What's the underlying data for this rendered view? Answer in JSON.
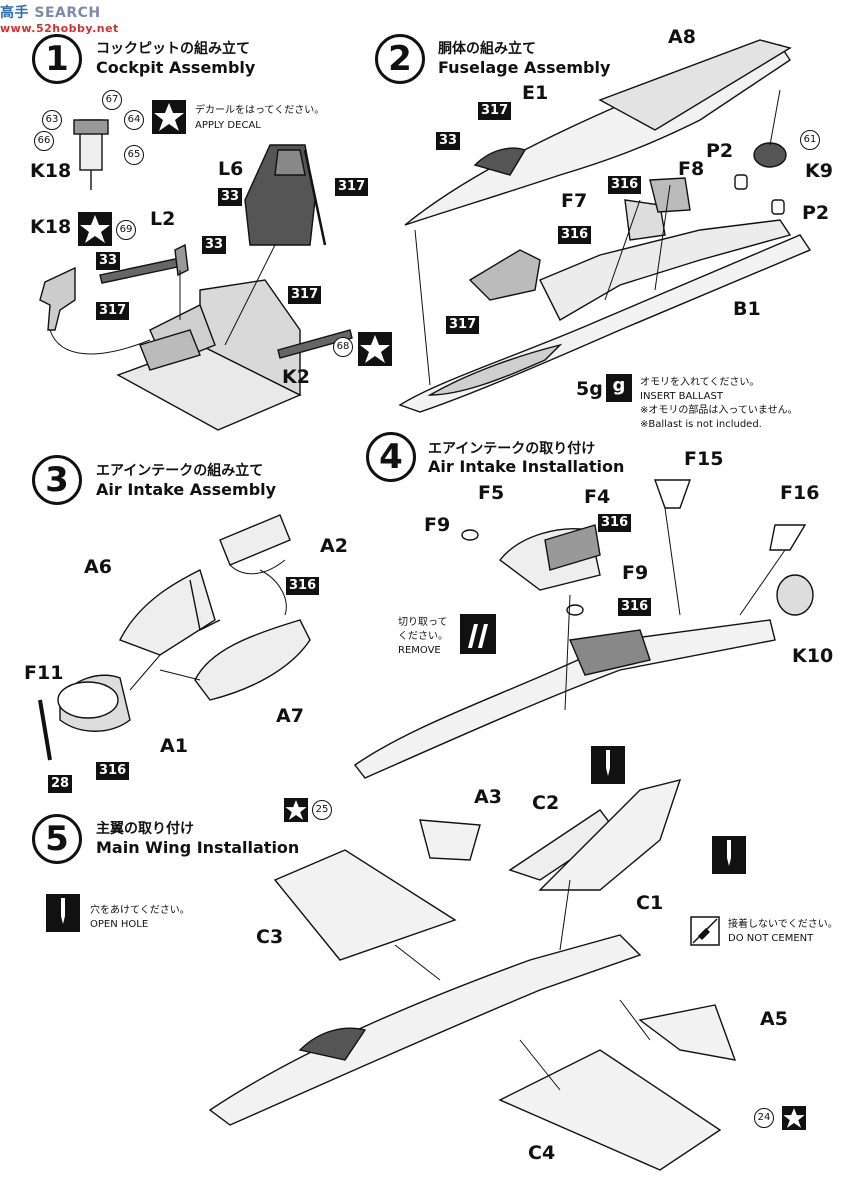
{
  "watermark": {
    "text": "SEARCH",
    "logo_text": "高手",
    "site": "www.52hobby.net"
  },
  "steps": [
    {
      "number": "1",
      "title_jp": "コックピットの組み立て",
      "title_en": "Cockpit Assembly"
    },
    {
      "number": "2",
      "title_jp": "胴体の組み立て",
      "title_en": "Fuselage Assembly"
    },
    {
      "number": "3",
      "title_jp": "エアインテークの組み立て",
      "title_en": "Air Intake Assembly"
    },
    {
      "number": "4",
      "title_jp": "エアインテークの取り付け",
      "title_en": "Air Intake Installation"
    },
    {
      "number": "5",
      "title_jp": "主翼の取り付け",
      "title_en": "Main Wing Installation"
    }
  ],
  "notes": {
    "decal_jp": "デカールをはってください。",
    "decal_en": "APPLY DECAL",
    "ballast_weight": "5g",
    "ballast_icon": "g",
    "ballast_jp": "オモリを入れてください。",
    "ballast_en": "INSERT BALLAST",
    "ballast_note_jp": "※オモリの部品は入っていません。",
    "ballast_note_en": "※Ballast is not included.",
    "remove_jp_1": "切り取って",
    "remove_jp_2": "ください。",
    "remove_en": "REMOVE",
    "hole_jp": "穴をあけてください。",
    "hole_en": "OPEN HOLE",
    "no_cement_jp": "接着しないでください。",
    "no_cement_en": "DO NOT CEMENT"
  },
  "part_labels": {
    "k18_top": "K18",
    "l6": "L6",
    "l2": "L2",
    "k18_left": "K18",
    "k2": "K2",
    "a8": "A8",
    "e1": "E1",
    "p2_top": "P2",
    "f8": "F8",
    "k9": "K9",
    "f7": "F7",
    "p2_right": "P2",
    "b1": "B1",
    "a2": "A2",
    "a6": "A6",
    "f11": "F11",
    "a7": "A7",
    "a1": "A1",
    "f15": "F15",
    "f5": "F5",
    "f4": "F4",
    "f16": "F16",
    "f9_left": "F9",
    "f9_right": "F9",
    "k10": "K10",
    "a3": "A3",
    "c2": "C2",
    "c1": "C1",
    "c3": "C3",
    "a5": "A5",
    "c4": "C4"
  },
  "paint_codes": {
    "s1_33_a": "33",
    "s1_317_a": "317",
    "s1_33_b": "33",
    "s1_33_c": "33",
    "s1_317_b": "317",
    "s1_317_c": "317",
    "s2_317_a": "317",
    "s2_33": "33",
    "s2_316_a": "316",
    "s2_316_b": "316",
    "s2_317_b": "317",
    "s3_316_a": "316",
    "s3_316_b": "316",
    "s3_28": "28",
    "s4_316_a": "316",
    "s4_316_b": "316"
  },
  "decal_numbers": {
    "d67": "67",
    "d63": "63",
    "d64": "64",
    "d66": "66",
    "d65": "65",
    "d69": "69",
    "d68": "68",
    "d61": "61",
    "d25": "25",
    "d24": "24"
  },
  "icons": [
    "decal-star-icon",
    "ballast-icon",
    "remove-icon",
    "open-hole-icon",
    "do-not-cement-icon"
  ]
}
